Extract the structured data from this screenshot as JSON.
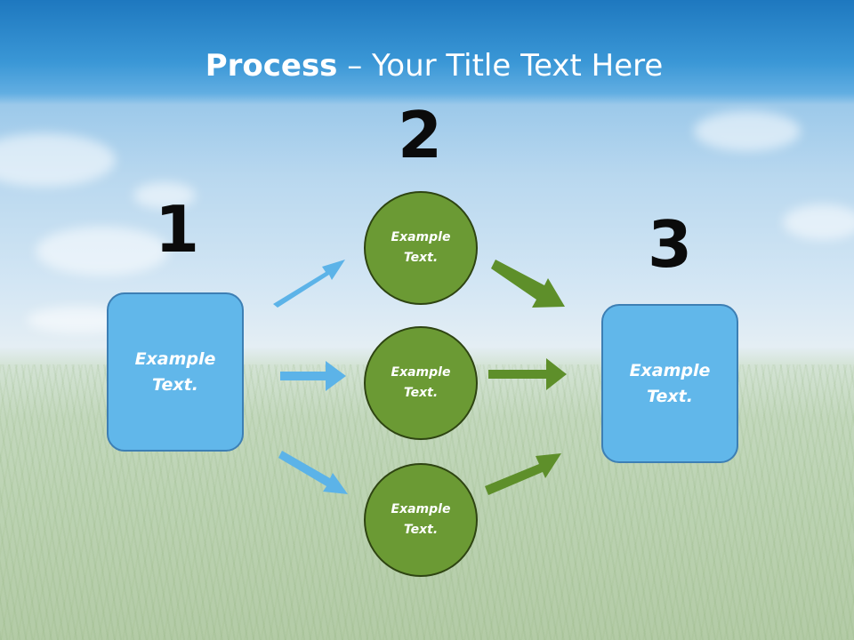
{
  "slide": {
    "title_bold": "Process",
    "title_rest": " – Your Title Text Here"
  },
  "steps": [
    {
      "number": "1",
      "label": "Example Text."
    },
    {
      "number": "2",
      "items": [
        "Example Text.",
        "Example Text.",
        "Example Text."
      ]
    },
    {
      "number": "3",
      "label": "Example Text."
    }
  ],
  "colors": {
    "box_fill": "#61b7ea",
    "box_border": "#3d7fb4",
    "circle_fill": "#6b9a34",
    "circle_border": "#2e4412",
    "blue_arrow": "#5cb3e8",
    "green_arrow": "#5e8f2a"
  }
}
